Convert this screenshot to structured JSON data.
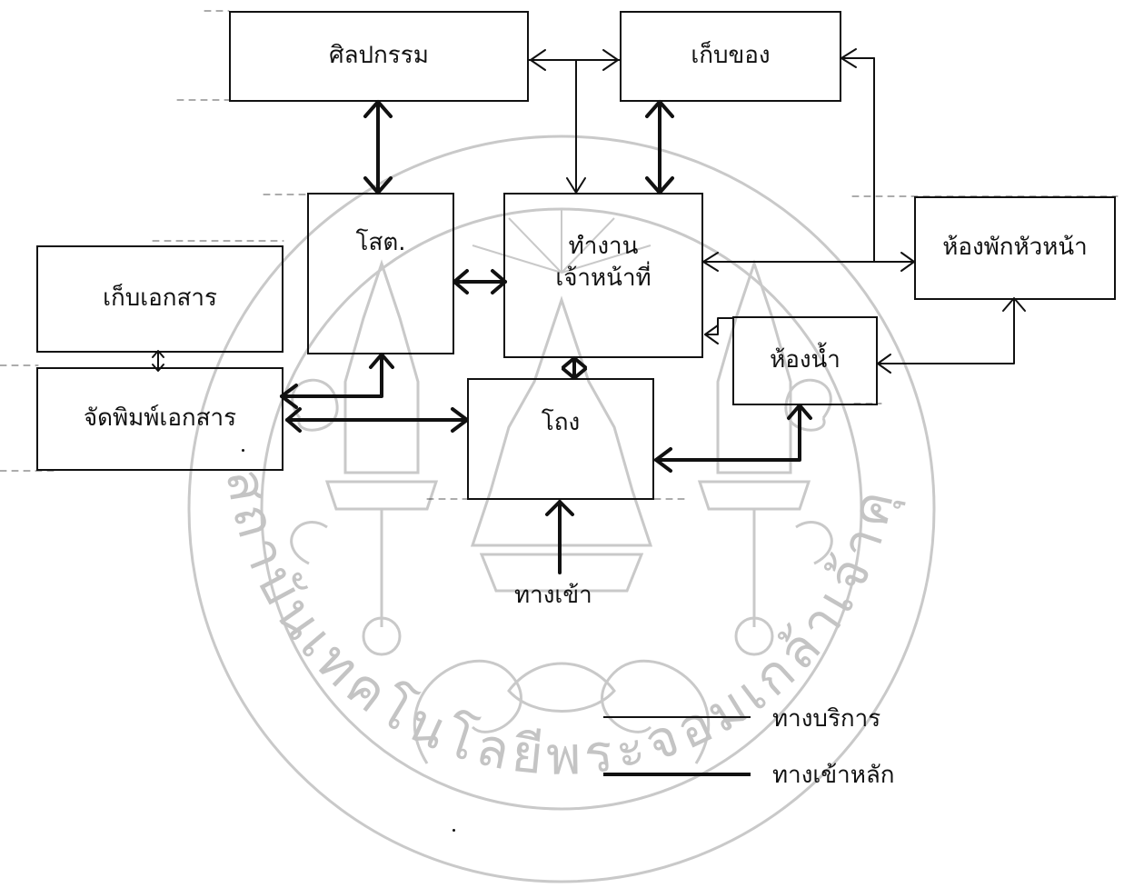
{
  "rooms": {
    "art": "ศิลปกรรม",
    "storage": "เก็บของ",
    "secretary": "โสต.",
    "staff_line1": "ทำงาน",
    "staff_line2": "เจ้าหน้าที่",
    "head_room": "ห้องพักหัวหน้า",
    "documents": "เก็บเอกสาร",
    "restroom": "ห้องน้ำ",
    "printing": "จัดพิมพ์เอกสาร",
    "hall": "โถง"
  },
  "entrance": "ทางเข้า",
  "legend": {
    "service": "ทางบริการ",
    "main": "ทางเข้าหลัก"
  },
  "watermark_text": "สถาบันเทคโนโลยีพระจอมเกล้าเจ้าคุณทหารลาดกระบัง",
  "colors": {
    "line": "#111111",
    "watermark": "#c8c8c8"
  }
}
